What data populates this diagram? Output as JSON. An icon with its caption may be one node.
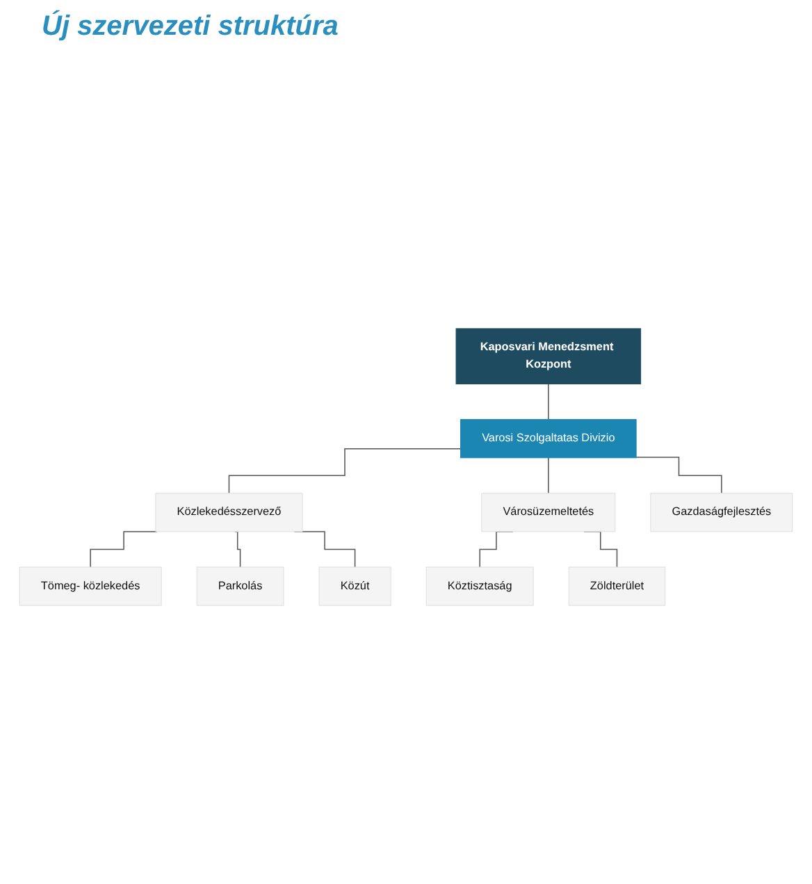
{
  "diagram": {
    "title": "Új szervezeti struktúra",
    "nodes": [
      {
        "text": [
          "Kaposvari Menedzsment Kozpont"
        ]
      },
      {
        "text": [
          "Varosi Szolgaltatas Divizio"
        ]
      },
      {
        "text": [
          "Közlekedésszervező"
        ]
      },
      {
        "text": [
          "Tömeg- közlekedés"
        ]
      },
      {
        "text": [
          "Parkolás"
        ]
      },
      {
        "text": [
          "Közút"
        ]
      },
      {
        "text": [
          "Városüzemeltetés"
        ]
      },
      {
        "text": [
          "Köztisztaság"
        ]
      },
      {
        "text": [
          "Zöldterület"
        ]
      },
      {
        "text": [
          "Gazdaságfejlesztés"
        ]
      }
    ],
    "edges": [
      {
        "from": 0,
        "to": 1,
        "arrow": "none"
      },
      {
        "from": 1,
        "to": 2,
        "arrow": "none"
      },
      {
        "from": 2,
        "to": 3,
        "arrow": "none"
      },
      {
        "from": 2,
        "to": 4,
        "arrow": "none"
      },
      {
        "from": 2,
        "to": 5,
        "arrow": "none"
      },
      {
        "from": 1,
        "to": 6,
        "arrow": "none"
      },
      {
        "from": 6,
        "to": 7,
        "arrow": "none"
      },
      {
        "from": 6,
        "to": 8,
        "arrow": "none"
      },
      {
        "from": 1,
        "to": 9,
        "arrow": "none"
      }
    ]
  }
}
